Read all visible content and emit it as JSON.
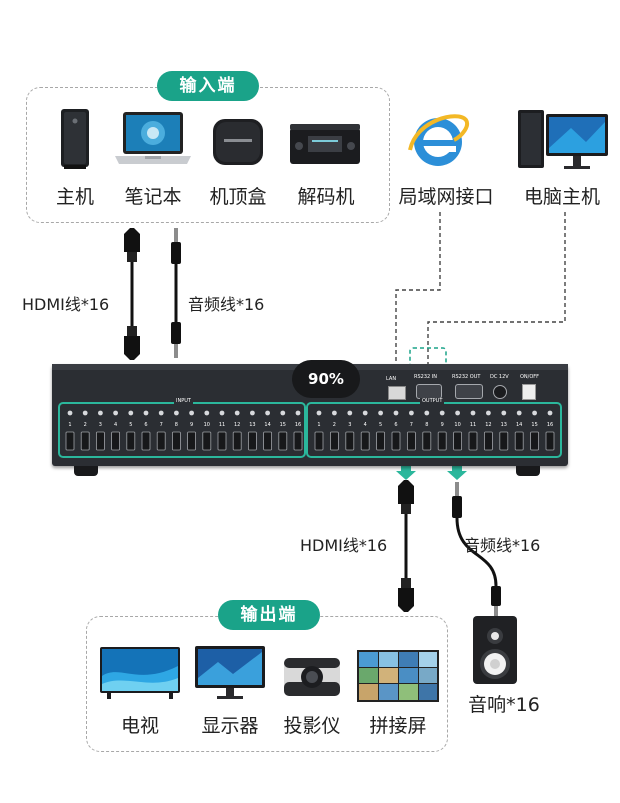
{
  "input_group": {
    "title": "输入端",
    "devices": [
      {
        "label": "主机",
        "icon": "pc-tower-icon"
      },
      {
        "label": "笔记本",
        "icon": "laptop-icon"
      },
      {
        "label": "机顶盒",
        "icon": "set-top-box-icon"
      },
      {
        "label": "解码机",
        "icon": "decoder-icon"
      }
    ]
  },
  "network": {
    "label": "局域网接口",
    "icon": "internet-explorer-icon"
  },
  "computer": {
    "label": "电脑主机",
    "icon": "desktop-computer-icon"
  },
  "input_cables": {
    "hdmi": "HDMI线*16",
    "audio": "音频线*16"
  },
  "device": {
    "status_display": "90%",
    "port_labels": {
      "lan": "LAN",
      "rs232_in": "RS232 IN",
      "rs232_out": "RS232 OUT",
      "dc": "DC 12V",
      "power": "ON/OFF",
      "input": "INPUT",
      "output": "OUTPUT"
    },
    "port_numbers": [
      "1",
      "2",
      "3",
      "4",
      "5",
      "6",
      "7",
      "8",
      "9",
      "10",
      "11",
      "12",
      "13",
      "14",
      "15",
      "16"
    ]
  },
  "output_cables": {
    "hdmi": "HDMI线*16",
    "audio": "音频线*16"
  },
  "output_group": {
    "title": "输出端",
    "devices": [
      {
        "label": "电视",
        "icon": "tv-icon"
      },
      {
        "label": "显示器",
        "icon": "monitor-icon"
      },
      {
        "label": "投影仪",
        "icon": "projector-icon"
      },
      {
        "label": "拼接屏",
        "icon": "video-wall-icon"
      }
    ]
  },
  "speaker": {
    "label": "音响*16",
    "icon": "speaker-icon"
  },
  "colors": {
    "accent": "#1aa389",
    "chassis": "#2b2e33",
    "arrow": "#2bb79c"
  }
}
